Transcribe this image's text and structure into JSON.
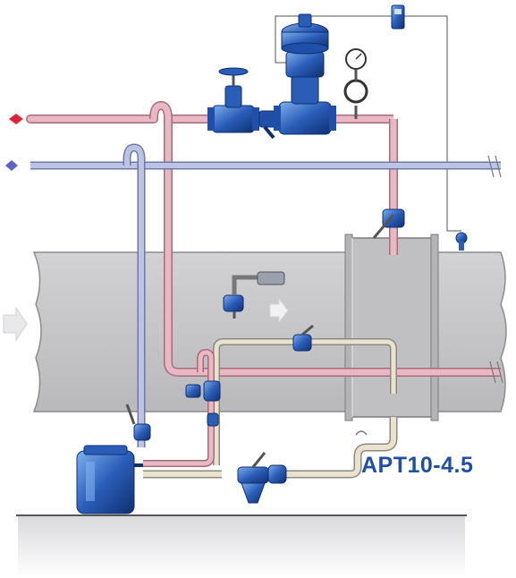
{
  "diagram": {
    "model_label": "APT10-4.5",
    "components": [
      "steam-supply-pipe",
      "condensate-return-pipe",
      "air-duct",
      "coil-housing",
      "isolation-valve",
      "pneumatic-control-valve",
      "pressure-gauge",
      "temperature-controller",
      "steam-trap",
      "pressure-pump-trap",
      "check-valve",
      "strainer",
      "temperature-sensor"
    ]
  },
  "colors": {
    "steam_pipe": "#e8b9c4",
    "steam_pipe_edge": "#a86b7a",
    "condensate_pipe": "#bcc4e6",
    "condensate_pipe_edge": "#6f79a8",
    "drain_pipe": "#e9e2cf",
    "duct": "#c7c7c9",
    "duct_edge": "#8c8c90",
    "equipment": "#1f4fa8",
    "equipment_light": "#5b8fd8",
    "label": "#1f4fa8",
    "steam_arrow": "#e2203a",
    "condensate_arrow": "#5a63c8"
  }
}
